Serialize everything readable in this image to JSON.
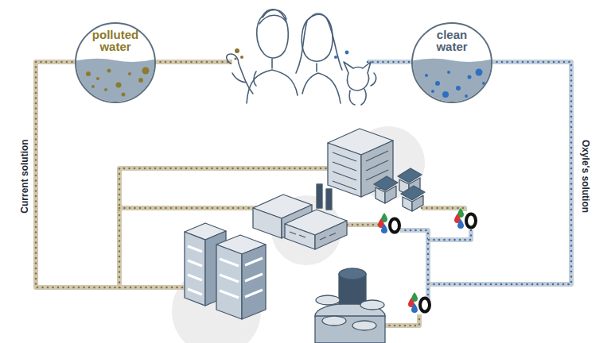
{
  "diagram": {
    "nodes": [
      {
        "text": [
          "polluted water"
        ]
      },
      {
        "text": [
          "clean water"
        ]
      }
    ],
    "labels": [
      "Current solution",
      "Oxyle's solution"
    ]
  }
}
